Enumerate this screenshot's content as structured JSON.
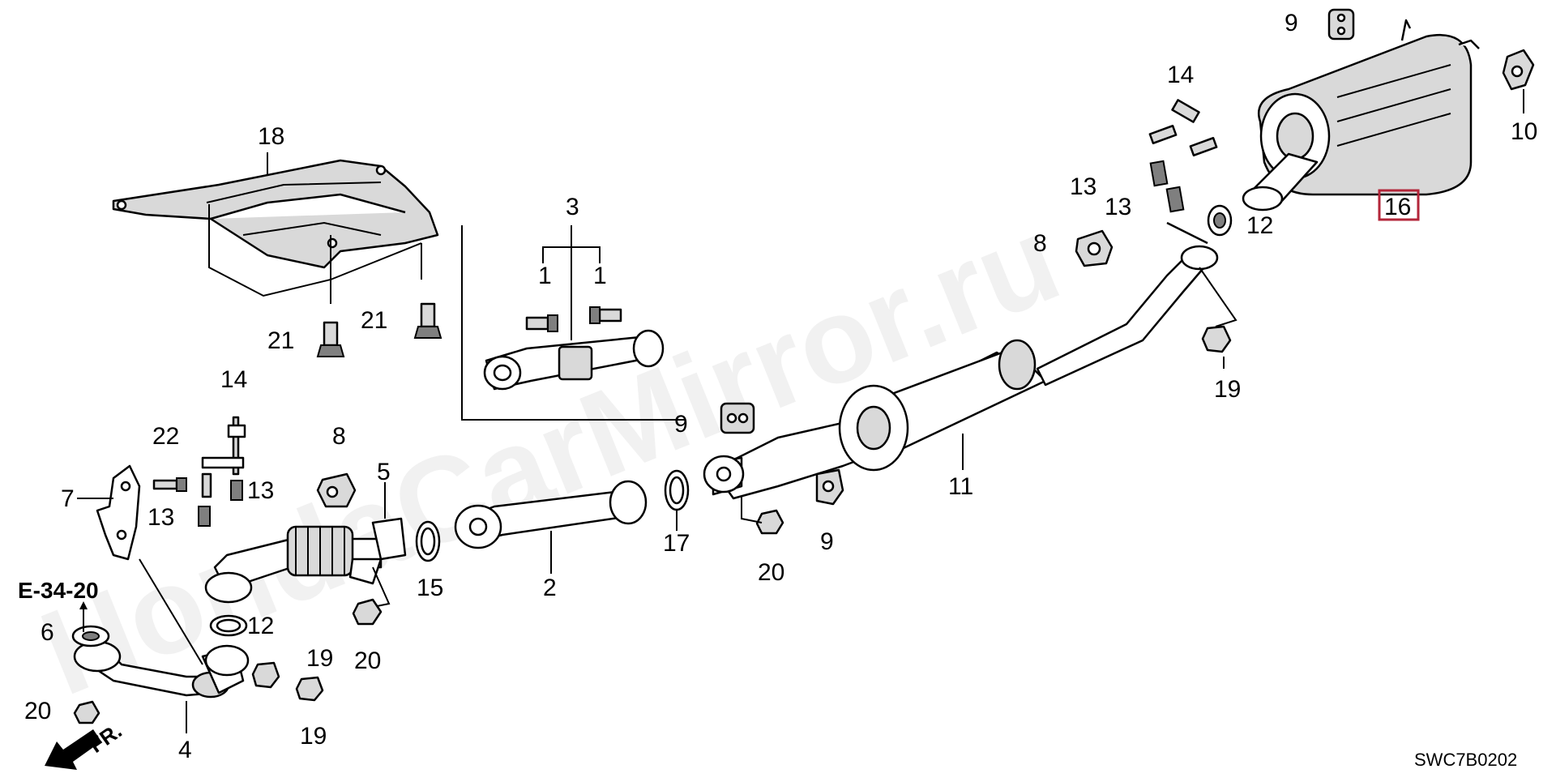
{
  "diagram": {
    "watermark": "HondaCarMirror.ru",
    "ref_code": "SWC7B0202",
    "section_ref": "E-34-20",
    "front_marker": "FR.",
    "highlight_color": "#b3263a",
    "highlighted_label": "16",
    "labels": {
      "l1a": "1",
      "l1b": "1",
      "l2": "2",
      "l3": "3",
      "l4": "4",
      "l5": "5",
      "l6": "6",
      "l7": "7",
      "l8a": "8",
      "l8b": "8",
      "l9a": "9",
      "l9b": "9",
      "l9c": "9",
      "l10": "10",
      "l11": "11",
      "l12a": "12",
      "l12b": "12",
      "l13a": "13",
      "l13b": "13",
      "l13c": "13",
      "l13d": "13",
      "l14a": "14",
      "l14b": "14",
      "l15": "15",
      "l16": "16",
      "l17": "17",
      "l18": "18",
      "l19a": "19",
      "l19b": "19",
      "l19c": "19",
      "l20a": "20",
      "l20b": "20",
      "l20c": "20",
      "l21a": "21",
      "l21b": "21",
      "l22": "22"
    }
  }
}
